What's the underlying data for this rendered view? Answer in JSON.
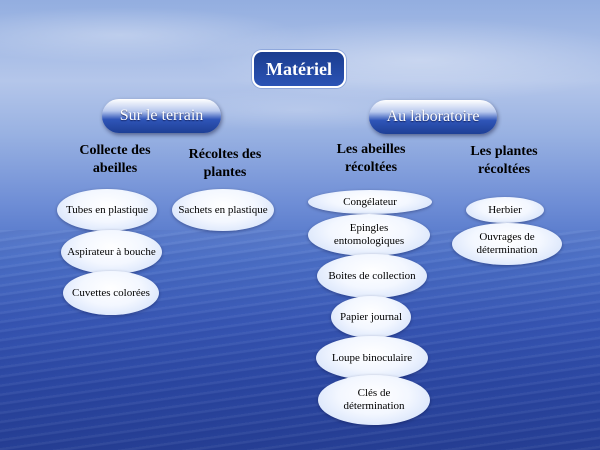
{
  "title": "Matériel",
  "groups": {
    "terrain": "Sur le terrain",
    "labo": "Au laboratoire"
  },
  "columns": [
    {
      "heading": "Collecte des abeilles",
      "items": [
        "Tubes en plastique",
        "Aspirateur à bouche",
        "Cuvettes colorées"
      ]
    },
    {
      "heading": "Récoltes des plantes",
      "items": [
        "Sachets en plastique"
      ]
    },
    {
      "heading": "Les abeilles récoltées",
      "items": [
        "Congélateur",
        "Epingles entomologiques",
        "Boites de collection",
        "Papier journal",
        "Loupe binoculaire",
        "Clés de détermination"
      ]
    },
    {
      "heading": "Les plantes récoltées",
      "items": [
        "Herbier",
        "Ouvrages de détermination"
      ]
    }
  ]
}
